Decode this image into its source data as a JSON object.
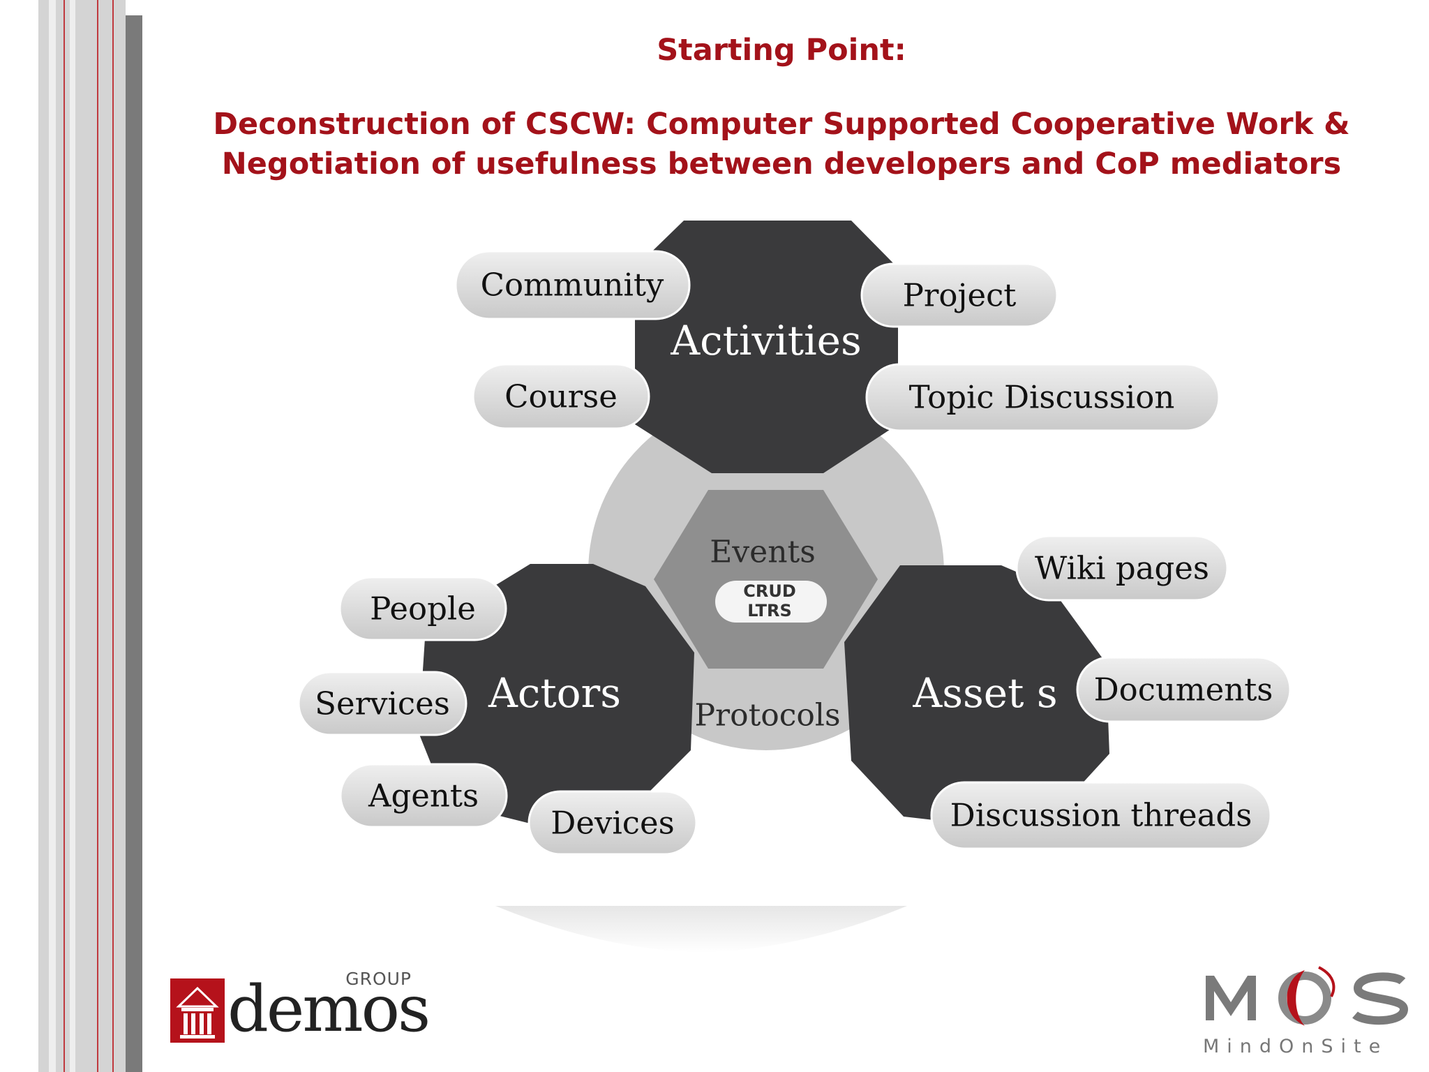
{
  "slide": {
    "title": "Starting Point:",
    "subtitle_line1": "Deconstruction of CSCW: Computer Supported Cooperative Work &",
    "subtitle_line2": "Negotiation of usefulness between developers and CoP mediators"
  },
  "diagram": {
    "hubs": {
      "activities": "Activities",
      "actors": "Actors",
      "assets": "Asset s",
      "events": "Events",
      "protocols": "Protocols",
      "crud": "CRUD",
      "ltrs": "LTRS"
    },
    "activities_items": [
      "Community",
      "Project",
      "Course",
      "Topic Discussion"
    ],
    "actors_items": [
      "People",
      "Services",
      "Agents",
      "Devices"
    ],
    "assets_items": [
      "Wiki pages",
      "Documents",
      "Discussion threads"
    ]
  },
  "logos": {
    "demos_word": "demos",
    "demos_group": "GROUP",
    "mos_word": "MOS",
    "mos_sub": "MindOnSite"
  },
  "colors": {
    "title": "#a3121a",
    "hub_dark": "#3a3a3c",
    "pill_fill": "#dcdcdc",
    "ring": "#c8c8c8",
    "events_hex": "#8f8f8f",
    "brand_red": "#b5121b"
  }
}
